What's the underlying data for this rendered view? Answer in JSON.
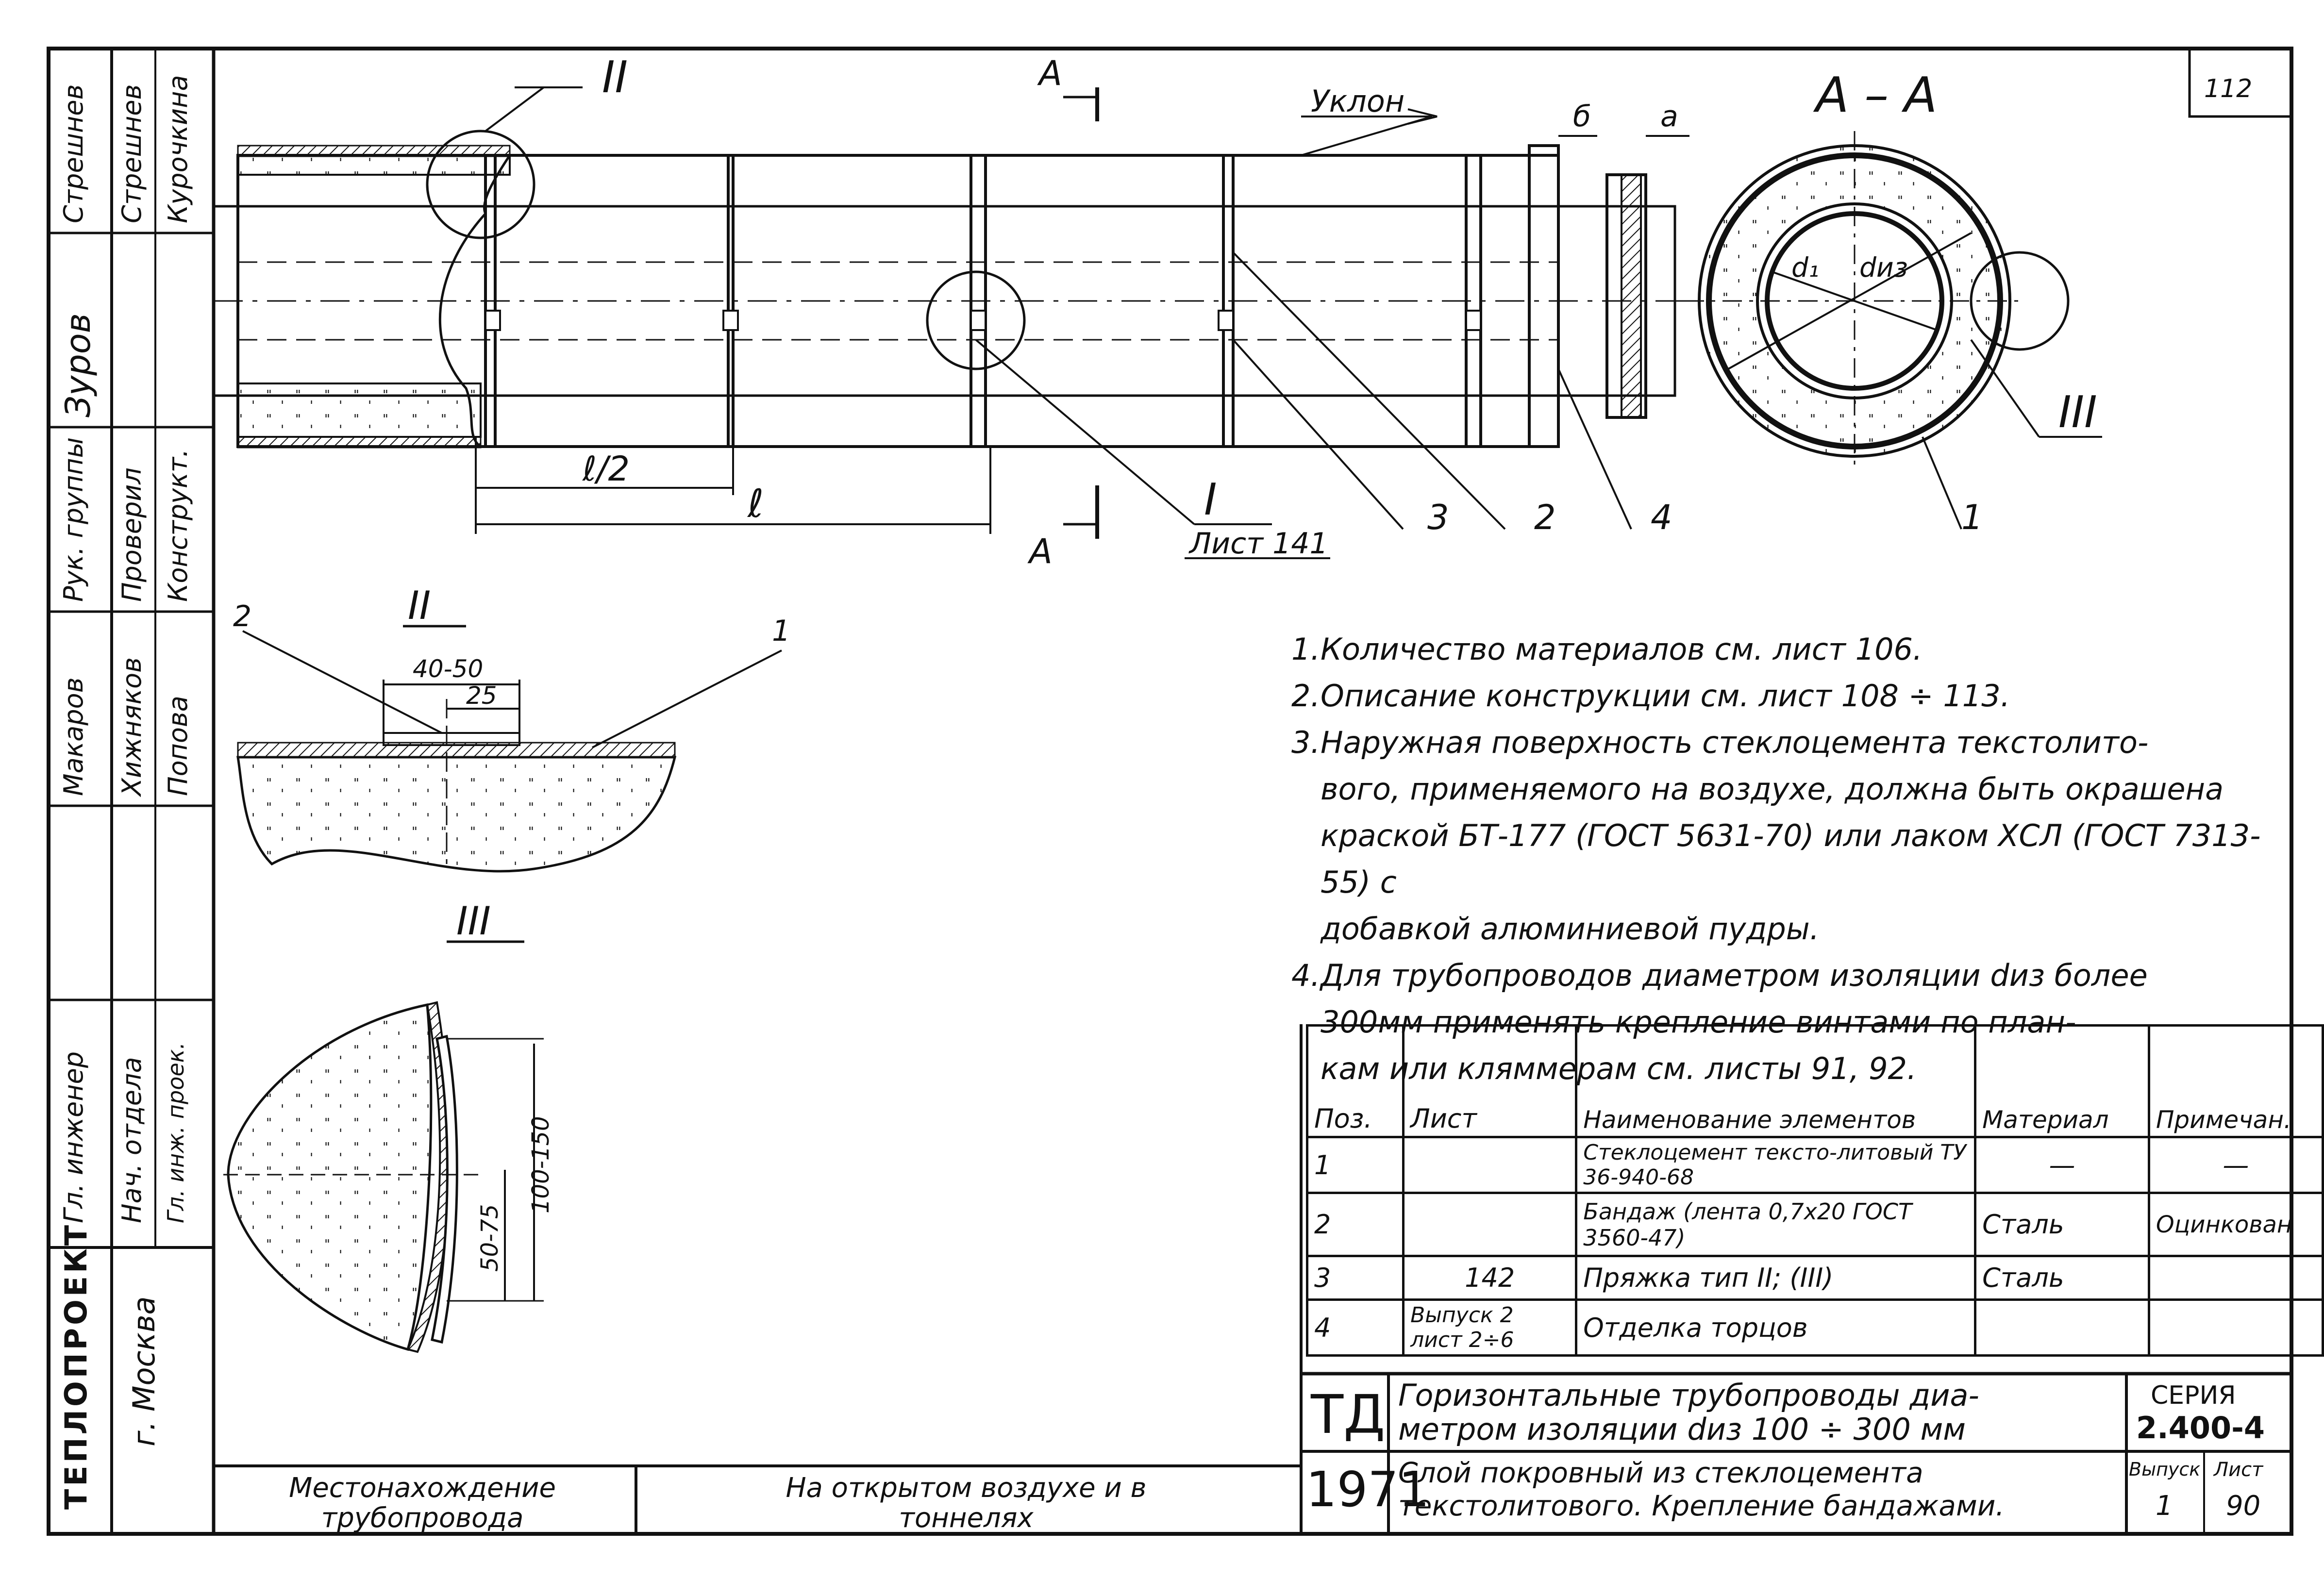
{
  "sheet_corner": "112",
  "stamp": {
    "org": "ТЕПЛОПРОЕКТ",
    "city": "г. Москва",
    "roles": [
      "Гл. инженер",
      "Нач. отдела",
      "Гл. инж. проек."
    ],
    "names": [
      "Макаров",
      "Хижняков",
      "Попова"
    ],
    "roles2": [
      "Рук. группы",
      "Проверил",
      "Конструкт."
    ],
    "names2": [
      "Стрешнев",
      "Стрешнев",
      "Курочкина"
    ],
    "sig_zurov": "Зуров"
  },
  "main_view": {
    "uklon": "Уклон",
    "dim_b": "б",
    "dim_a": "а",
    "section_mark": "А",
    "dim_l2": "ℓ/2",
    "dim_l": "ℓ",
    "callout_I": "I",
    "callout_II": "II",
    "callout_III": "III",
    "sheet_ref": "Лист 141",
    "pos_labels": [
      "3",
      "2",
      "4",
      "1"
    ]
  },
  "section": {
    "title": "А – А",
    "d1": "d₁",
    "dis": "dиз"
  },
  "detail_II": {
    "title": "II",
    "dim_outer": "40-50",
    "dim_inner": "25",
    "pos_left": "2",
    "pos_right": "1"
  },
  "detail_III": {
    "title": "III",
    "dim_long": "100-150",
    "dim_short": "50-75"
  },
  "notes": [
    {
      "num": "1.",
      "lines": [
        "Количество материалов см. лист 106."
      ]
    },
    {
      "num": "2.",
      "lines": [
        "Описание конструкции см. лист 108 ÷ 113."
      ]
    },
    {
      "num": "3.",
      "lines": [
        "Наружная поверхность стеклоцемента текстолито-",
        "вого, применяемого на воздухе, должна быть окрашена",
        "краской БТ-177 (ГОСТ 5631-70) или лаком ХСЛ (ГОСТ 7313-55) с",
        "добавкой алюминиевой пудры."
      ]
    },
    {
      "num": "4.",
      "lines": [
        "Для трубопроводов диаметром изоляции dиз более",
        "300мм применять крепление винтами по план-",
        "кам или кляммерам см. листы 91, 92."
      ]
    }
  ],
  "spec_table": {
    "headers": [
      "Поз.",
      "Лист",
      "Наименование элементов",
      "Материал",
      "Примечан."
    ],
    "rows": [
      [
        "1",
        "",
        "Стеклоцемент тексто-литовый ТУ 36-940-68",
        "—",
        "—"
      ],
      [
        "2",
        "",
        "Бандаж (лента 0,7х20 ГОСТ 3560-47)",
        "Сталь",
        "Оцинкован"
      ],
      [
        "3",
        "142",
        "Пряжка тип II; (III)",
        "Сталь",
        ""
      ],
      [
        "4",
        "Выпуск 2 лист 2÷6",
        "Отделка торцов",
        "",
        ""
      ]
    ]
  },
  "title_block": {
    "td": "ТД",
    "year": "1971",
    "title1": "Горизонтальные трубопроводы диа-",
    "title1b": "метром изоляции dиз 100 ÷ 300 мм",
    "title2": "Слой покровный из стеклоцемента",
    "title2b": "текстолитового. Крепление бандажами.",
    "series_label": "СЕРИЯ",
    "series": "2.400-4",
    "vypusk_label": "Выпуск",
    "vypusk": "1",
    "list_label": "Лист",
    "list": "90"
  },
  "location": {
    "label1": "Местонахождение",
    "label2": "трубопровода",
    "value1": "На открытом воздухе и в",
    "value2": "тоннелях"
  }
}
